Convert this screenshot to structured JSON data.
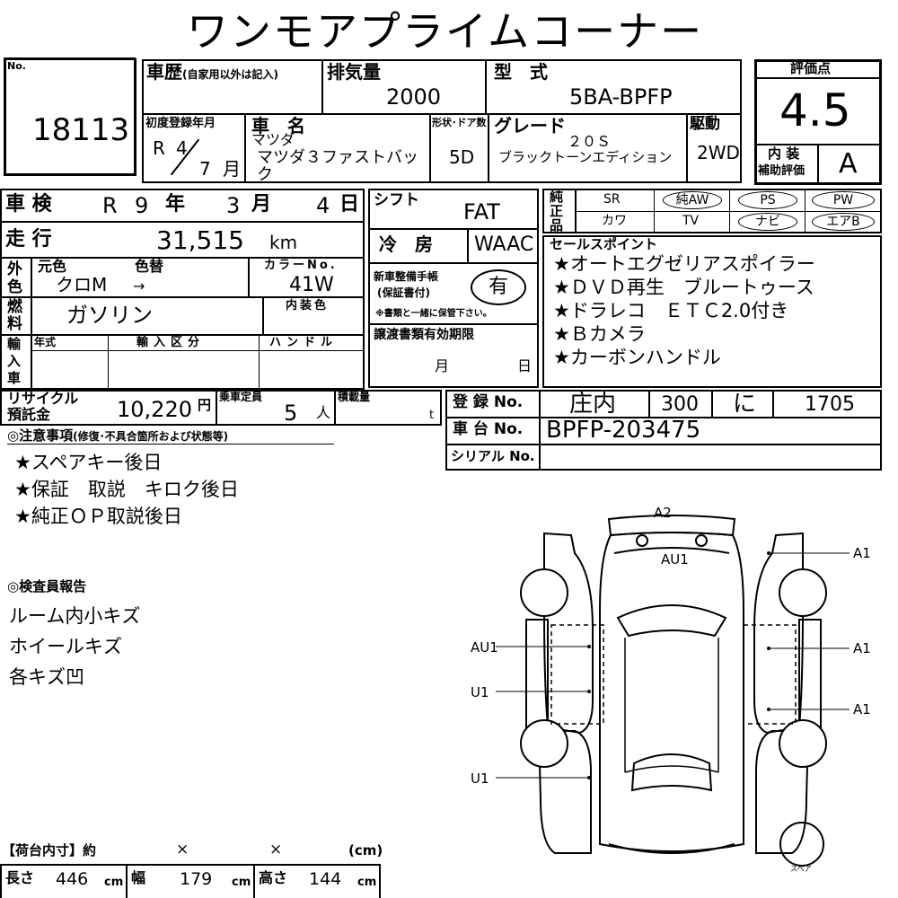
{
  "title": "ワンモアプライムコーナー",
  "header": {
    "no_label": "No.",
    "no_value": "18113",
    "history_label": "車歴",
    "history_note": "(自家用以外は記入)",
    "displacement_label": "排気量",
    "displacement_value": "2000",
    "model_label": "型　式",
    "model_value": "5BA-BPFP",
    "first_reg_label": "初度登録年月",
    "first_reg_era": "R",
    "first_reg_year": "4",
    "first_reg_month": "7",
    "first_reg_month_unit": "月",
    "name_label": "車　名",
    "maker": "マツダ",
    "car_name": "マツダ３ファストバック",
    "body_label": "形状･ドア数",
    "body_value": "5D",
    "grade_label": "グレード",
    "grade_value1": "２０Ｓ",
    "grade_value2": "ブラックトーンエディション",
    "drive_label": "駆動",
    "drive_value": "2WD",
    "score_label": "評価点",
    "score_value": "4.5",
    "interior_label1": "内 装",
    "interior_label2": "補助評価",
    "interior_value": "A"
  },
  "inspection": {
    "label": "車 検",
    "era": "R",
    "year": "9",
    "year_unit": "年",
    "month": "3",
    "month_unit": "月",
    "day": "4",
    "day_unit": "日"
  },
  "mileage": {
    "label": "走 行",
    "value": "31,515",
    "unit": "km"
  },
  "color": {
    "outer_label": "外色",
    "orig_label": "元色",
    "orig_value": "クロM",
    "change_label": "色替",
    "change_value": "→",
    "code_label": "カラーNo.",
    "code_value": "41W"
  },
  "fuel": {
    "label": "燃料",
    "value": "ガソリン",
    "interior_color_label": "内装色"
  },
  "import": {
    "label": "輸入車",
    "year_label": "年式",
    "type_label": "輸入区分",
    "handle_label": "ハンドル"
  },
  "shift": {
    "label": "シフト",
    "value": "FAT"
  },
  "ac": {
    "label": "冷　房",
    "value": "WAAC"
  },
  "manual": {
    "label1": "新車整備手帳",
    "label2": "(保証書付)",
    "value": "有",
    "note": "※書類と一緒に保管下さい。"
  },
  "transfer": {
    "label": "譲渡書類有効期限",
    "month_unit": "月",
    "day_unit": "日"
  },
  "equipment": {
    "label": "純正品",
    "row1": [
      "SR",
      "純AW",
      "PS",
      "PW"
    ],
    "row2": [
      "カワ",
      "TV",
      "ナビ",
      "エアB"
    ]
  },
  "sales": {
    "label": "セールスポイント",
    "items": [
      "★オートエグゼリアスポイラー",
      "★ＤＶＤ再生　ブルートゥース",
      "★ドラレコ　ＥＴＣ2.0付き",
      "★Ｂカメラ",
      "★カーボンハンドル"
    ]
  },
  "recycle": {
    "label1": "リサイクル",
    "label2": "預託金",
    "value": "10,220",
    "unit": "円",
    "capacity_label": "乗車定員",
    "capacity_value": "5",
    "capacity_unit": "人",
    "load_label": "積載量",
    "load_unit": "t"
  },
  "registration": {
    "reg_label": "登 録 No.",
    "reg_area": "庄内",
    "reg_class": "300",
    "reg_kana": "に",
    "reg_number": "1705",
    "chassis_label": "車 台 No.",
    "chassis_value": "BPFP-203475",
    "serial_label": "シリアル No."
  },
  "notes": {
    "label": "◎注意事項",
    "sub": "(修復･不具合箇所および状態等)",
    "items": [
      "★スペアキー後日",
      "★保証　取説　キロク後日",
      "★純正ＯＰ取説後日"
    ]
  },
  "inspector": {
    "label": "◎検査員報告",
    "items": [
      "ルーム内小キズ",
      "ホイールキズ",
      "各キズ凹"
    ]
  },
  "diagram": {
    "labels": [
      "A2",
      "AU1",
      "A1",
      "AU1",
      "A1",
      "U1",
      "A1",
      "U1"
    ],
    "spare": "スペア"
  },
  "cargo": {
    "label": "【荷台内寸】約",
    "x1": "×",
    "x2": "×",
    "unit": "(cm)",
    "length_label": "長さ",
    "length_value": "446",
    "width_label": "幅",
    "width_value": "179",
    "height_label": "高さ",
    "height_value": "144",
    "cm": "cm"
  }
}
